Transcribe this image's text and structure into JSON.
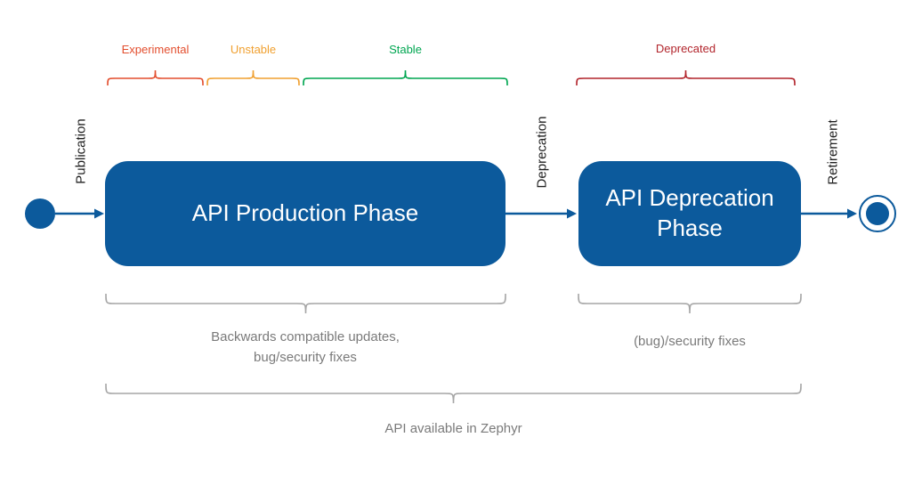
{
  "colors": {
    "flow_blue": "#0C5A9C",
    "experimental": "#E34F2F",
    "unstable": "#F0A030",
    "stable": "#00A651",
    "deprecated": "#B2252C",
    "brace_gray": "#A6A6A6",
    "note_gray": "#7A7A7A"
  },
  "maturity": {
    "experimental": "Experimental",
    "unstable": "Unstable",
    "stable": "Stable",
    "deprecated": "Deprecated"
  },
  "transitions": {
    "publication": "Publication",
    "deprecation": "Deprecation",
    "retirement": "Retirement"
  },
  "stages": {
    "production": {
      "label": "API Production Phase",
      "note": "Backwards compatible updates,\nbug/security fixes"
    },
    "deprecation": {
      "label": "API Deprecation Phase",
      "note": "(bug)/security fixes"
    }
  },
  "footer": "API available in Zephyr"
}
